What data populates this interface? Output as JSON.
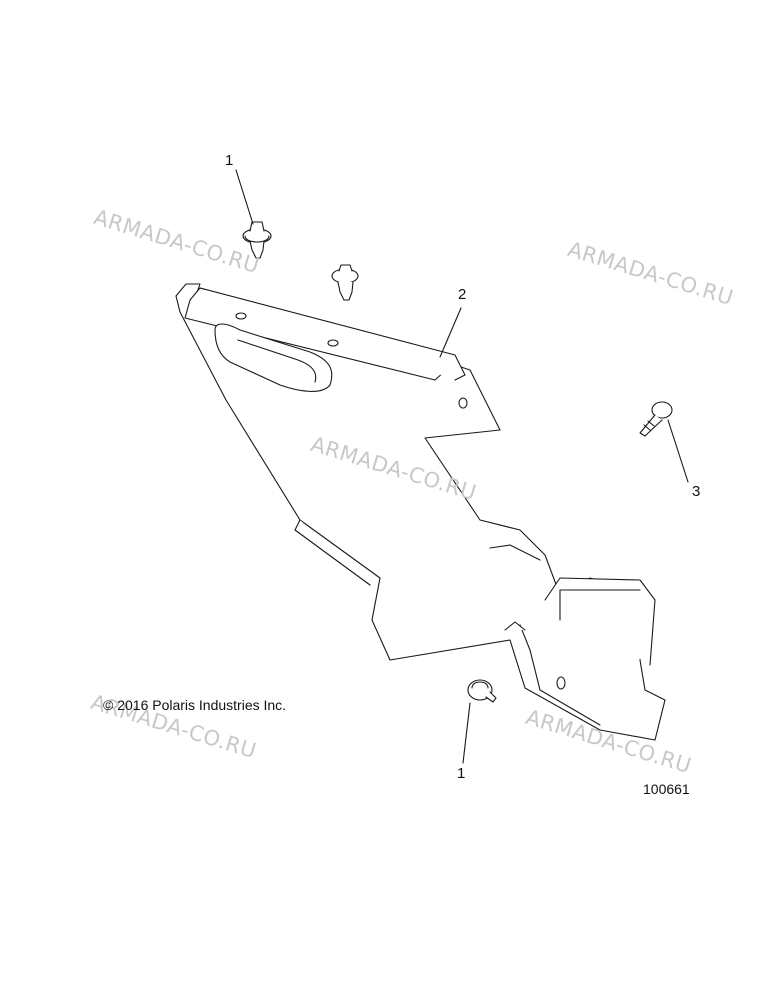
{
  "diagram": {
    "watermark": "ARMADA-CO.RU",
    "callouts": {
      "clip_top": "1",
      "panel": "2",
      "screw": "3",
      "clip_bottom": "1"
    },
    "copyright": "© 2016 Polaris Industries Inc.",
    "figure_number": "100661",
    "line_color": "#1a1a1a",
    "watermark_color": "#c8c8c8"
  }
}
